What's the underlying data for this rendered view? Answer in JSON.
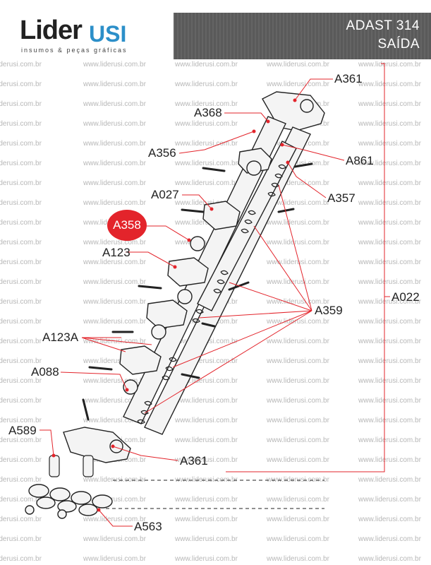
{
  "header": {
    "logo_main": "Lider",
    "logo_accent": "USI",
    "logo_tagline": "insumos & peças gráficas",
    "title_line1": "ADAST 314",
    "title_line2": "SAÍDA"
  },
  "watermark": "www.liderusi.com.br",
  "callouts": {
    "a361_top": "A361",
    "a368": "A368",
    "a356": "A356",
    "a861": "A861",
    "a027": "A027",
    "a357": "A357",
    "a358": "A358",
    "a123": "A123",
    "a359": "A359",
    "a022": "A022",
    "a123a": "A123A",
    "a088": "A088",
    "a589": "A589",
    "a361_bottom": "A361",
    "a563": "A563"
  },
  "colors": {
    "header_bar": "#5a5a5a",
    "logo_accent": "#2c8fc9",
    "leader_lines": "#e3242b",
    "highlight_badge": "#e3242b"
  }
}
